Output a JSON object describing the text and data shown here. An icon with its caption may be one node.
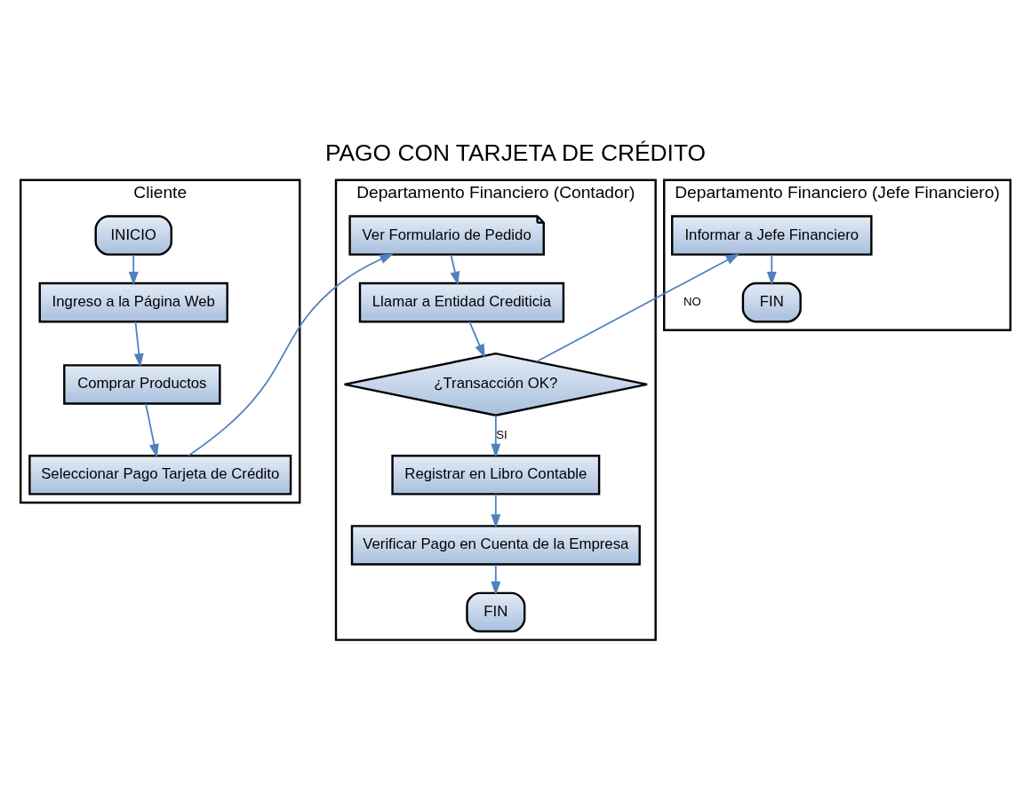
{
  "diagram": {
    "title": "PAGO CON TARJETA DE CRÉDITO",
    "nodes": [
      {
        "text": [
          "Cliente"
        ]
      },
      {
        "text": [
          "Departamento Financiero (Contador)"
        ]
      },
      {
        "text": [
          "Departamento Financiero (Jefe Financiero)"
        ]
      },
      {
        "text": [
          "INICIO"
        ],
        "in": 0
      },
      {
        "text": [
          "Ingreso a la Página Web"
        ],
        "in": 0
      },
      {
        "text": [
          "Comprar Productos"
        ],
        "in": 0
      },
      {
        "text": [
          "Seleccionar Pago Tarjeta de Crédito"
        ],
        "in": 0
      },
      {
        "text": [
          "Ver Formulario de Pedido"
        ],
        "in": 1
      },
      {
        "text": [
          "Llamar a Entidad Crediticia"
        ],
        "in": 1
      },
      {
        "text": [
          "¿Transacción OK?"
        ],
        "in": 1
      },
      {
        "text": [
          "Registrar en Libro Contable"
        ],
        "in": 1
      },
      {
        "text": [
          "Verificar Pago en Cuenta de la Empresa"
        ],
        "in": 1
      },
      {
        "text": [
          "FIN"
        ],
        "in": 1
      },
      {
        "text": [
          "Informar a Jefe Financiero"
        ],
        "in": 2
      },
      {
        "text": [
          "FIN"
        ],
        "in": 2
      }
    ],
    "edges": [
      {
        "from": 3,
        "to": 4,
        "arrow": "to"
      },
      {
        "from": 4,
        "to": 5,
        "arrow": "to"
      },
      {
        "from": 5,
        "to": 6,
        "arrow": "to"
      },
      {
        "from": 6,
        "to": 7,
        "arrow": "to"
      },
      {
        "from": 7,
        "to": 8,
        "arrow": "to"
      },
      {
        "from": 8,
        "to": 9,
        "arrow": "to"
      },
      {
        "from": 9,
        "to": 13,
        "arrow": "to",
        "label": "NO"
      },
      {
        "from": 9,
        "to": 10,
        "arrow": "to",
        "label": "SI"
      },
      {
        "from": 10,
        "to": 11,
        "arrow": "to"
      },
      {
        "from": 11,
        "to": 12,
        "arrow": "to"
      },
      {
        "from": 13,
        "to": 14,
        "arrow": "to"
      }
    ]
  }
}
